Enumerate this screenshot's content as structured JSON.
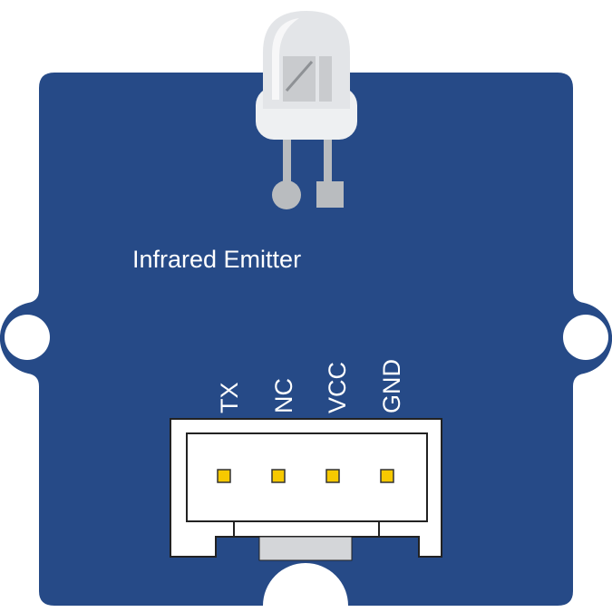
{
  "module": {
    "title": "Infrared Emitter",
    "board_color": "#264a87",
    "pin_pad_color": "#f7c900"
  },
  "connector": {
    "pins": [
      {
        "label": "TX"
      },
      {
        "label": "NC"
      },
      {
        "label": "VCC"
      },
      {
        "label": "GND"
      }
    ]
  }
}
